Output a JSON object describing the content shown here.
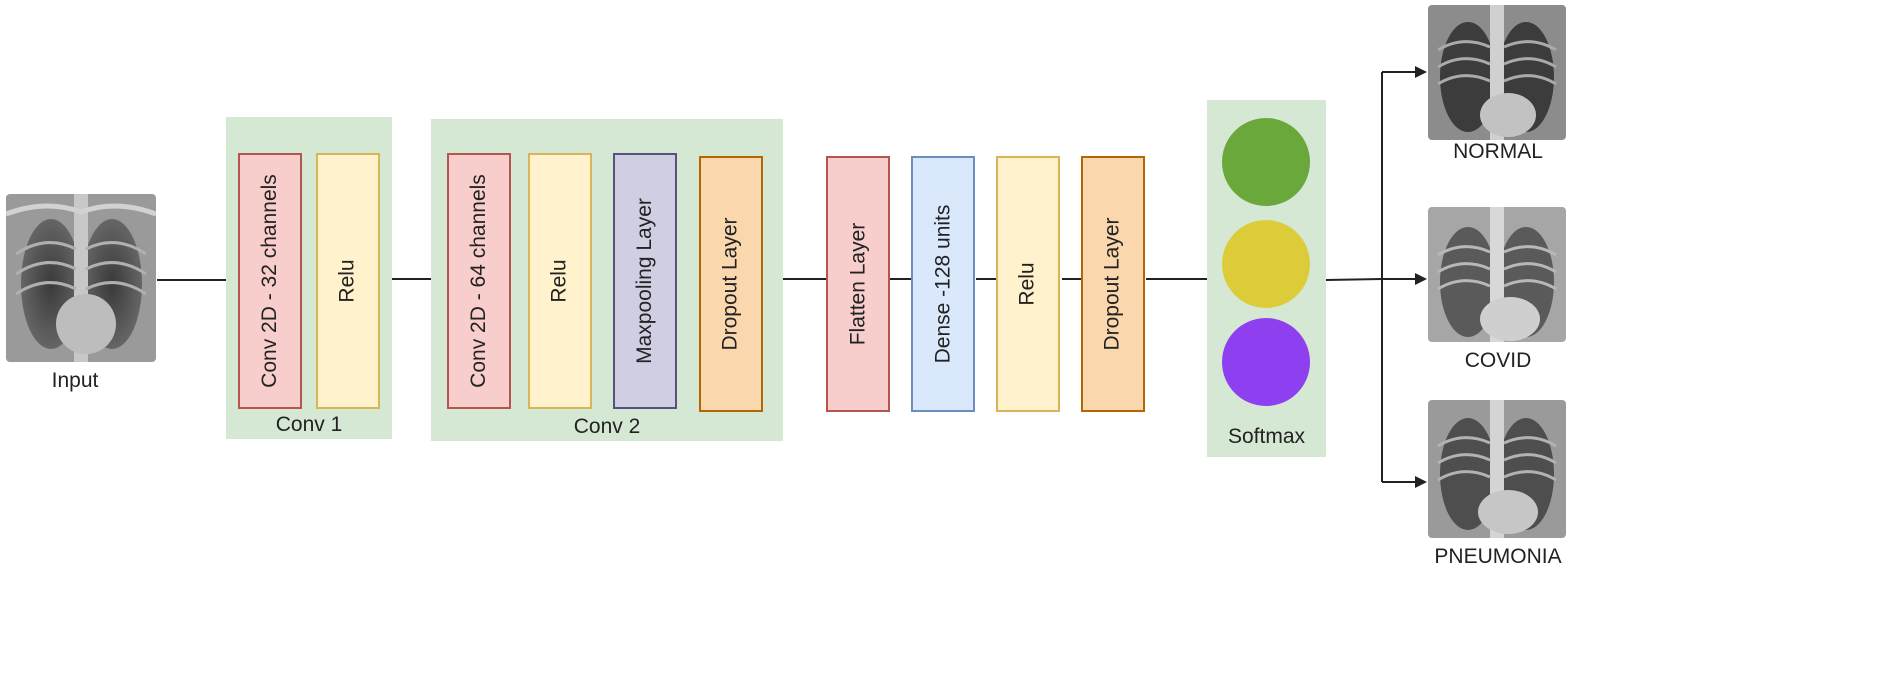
{
  "input": {
    "label": "Input"
  },
  "conv1": {
    "label": "Conv 1",
    "layers": [
      {
        "label": "Conv 2D - 32 channels",
        "fill": "#f8cecc",
        "stroke": "#b85450"
      },
      {
        "label": "Relu",
        "fill": "#fff2cc",
        "stroke": "#d6b656"
      }
    ]
  },
  "conv2": {
    "label": "Conv 2",
    "layers": [
      {
        "label": "Conv 2D - 64 channels",
        "fill": "#f8cecc",
        "stroke": "#b85450"
      },
      {
        "label": "Relu",
        "fill": "#fff2cc",
        "stroke": "#d6b656"
      },
      {
        "label": "Maxpooling Layer",
        "fill": "#d0cee2",
        "stroke": "#56517e"
      },
      {
        "label": "Dropout Layer",
        "fill": "#fad7ac",
        "stroke": "#b46504"
      }
    ]
  },
  "dense_block": {
    "layers": [
      {
        "label": "Flatten Layer",
        "fill": "#f8cecc",
        "stroke": "#b85450"
      },
      {
        "label": "Dense -128 units",
        "fill": "#dae8fc",
        "stroke": "#6c8ebf"
      },
      {
        "label": "Relu",
        "fill": "#fff2cc",
        "stroke": "#d6b656"
      },
      {
        "label": "Dropout Layer",
        "fill": "#fad7ac",
        "stroke": "#b46504"
      }
    ]
  },
  "softmax": {
    "label": "Softmax",
    "circles": [
      "#6aa83c",
      "#ddcc3a",
      "#8e3ff0"
    ]
  },
  "outputs": [
    {
      "label": "NORMAL"
    },
    {
      "label": "COVID"
    },
    {
      "label": "PNEUMONIA"
    }
  ],
  "colors": {
    "group_bg": "#d5e8d4",
    "line": "#222222"
  }
}
